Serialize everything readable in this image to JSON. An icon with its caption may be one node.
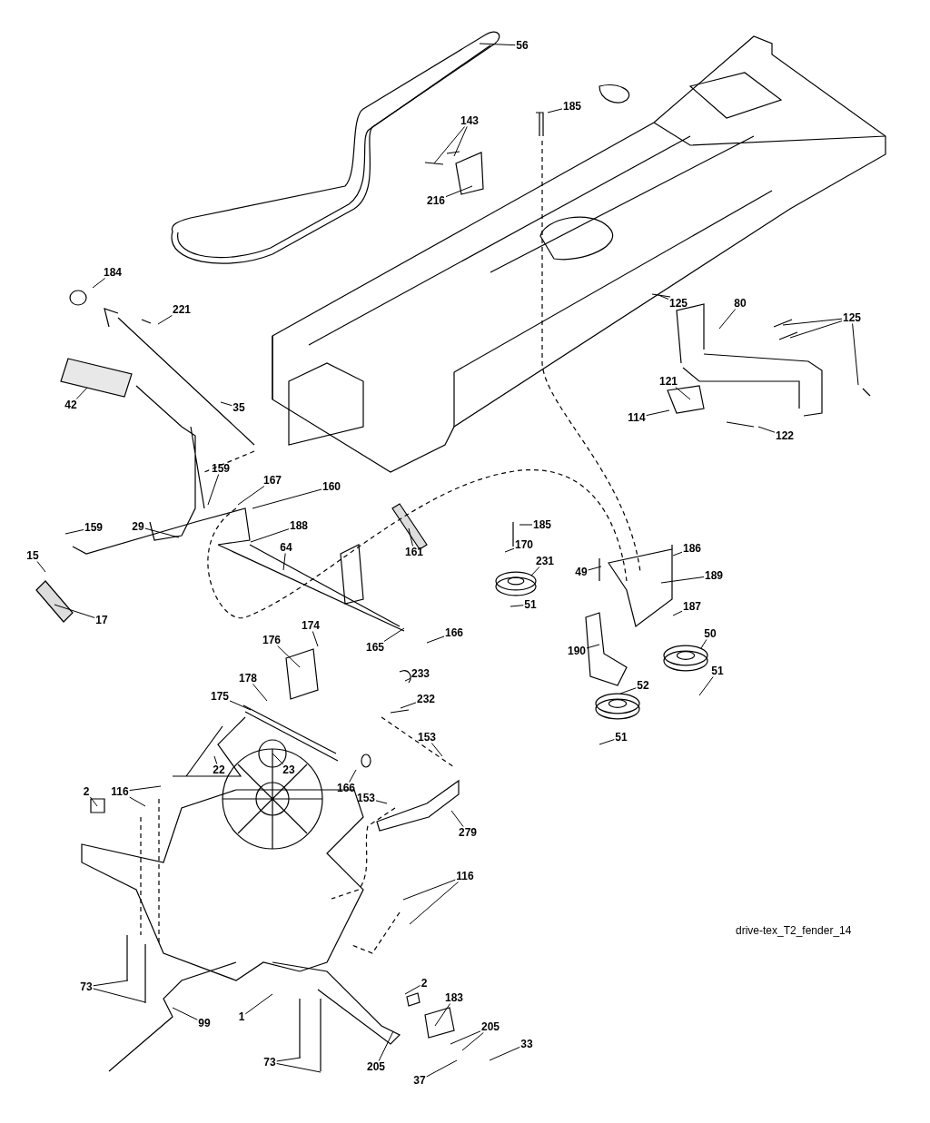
{
  "diagram": {
    "nodes": [
      {
        "text": [
          "56"
        ]
      },
      {
        "text": [
          "143"
        ]
      },
      {
        "text": [
          "185"
        ]
      },
      {
        "text": [
          "216"
        ]
      },
      {
        "text": [
          "184"
        ]
      },
      {
        "text": [
          "221"
        ]
      },
      {
        "text": [
          "125"
        ]
      },
      {
        "text": [
          "80"
        ]
      },
      {
        "text": [
          "125"
        ]
      },
      {
        "text": [
          "42"
        ]
      },
      {
        "text": [
          "35"
        ]
      },
      {
        "text": [
          "121"
        ]
      },
      {
        "text": [
          "114"
        ]
      },
      {
        "text": [
          "122"
        ]
      },
      {
        "text": [
          "159"
        ]
      },
      {
        "text": [
          "167"
        ]
      },
      {
        "text": [
          "160"
        ]
      },
      {
        "text": [
          "159"
        ]
      },
      {
        "text": [
          "29"
        ]
      },
      {
        "text": [
          "188"
        ]
      },
      {
        "text": [
          "64"
        ]
      },
      {
        "text": [
          "185"
        ]
      },
      {
        "text": [
          "170"
        ]
      },
      {
        "text": [
          "186"
        ]
      },
      {
        "text": [
          "49"
        ]
      },
      {
        "text": [
          "189"
        ]
      },
      {
        "text": [
          "231"
        ]
      },
      {
        "text": [
          "15"
        ]
      },
      {
        "text": [
          "17"
        ]
      },
      {
        "text": [
          "161"
        ]
      },
      {
        "text": [
          "51"
        ]
      },
      {
        "text": [
          "187"
        ]
      },
      {
        "text": [
          "50"
        ]
      },
      {
        "text": [
          "174"
        ]
      },
      {
        "text": [
          "176"
        ]
      },
      {
        "text": [
          "165"
        ]
      },
      {
        "text": [
          "166"
        ]
      },
      {
        "text": [
          "190"
        ]
      },
      {
        "text": [
          "51"
        ]
      },
      {
        "text": [
          "178"
        ]
      },
      {
        "text": [
          "233"
        ]
      },
      {
        "text": [
          "232"
        ]
      },
      {
        "text": [
          "175"
        ]
      },
      {
        "text": [
          "52"
        ]
      },
      {
        "text": [
          "51"
        ]
      },
      {
        "text": [
          "153"
        ]
      },
      {
        "text": [
          "23"
        ]
      },
      {
        "text": [
          "22"
        ]
      },
      {
        "text": [
          "166"
        ]
      },
      {
        "text": [
          "2"
        ]
      },
      {
        "text": [
          "116"
        ]
      },
      {
        "text": [
          "153"
        ]
      },
      {
        "text": [
          "279"
        ]
      },
      {
        "text": [
          "116"
        ]
      },
      {
        "text": [
          "73"
        ]
      },
      {
        "text": [
          "2"
        ]
      },
      {
        "text": [
          "1"
        ]
      },
      {
        "text": [
          "183"
        ]
      },
      {
        "text": [
          "205"
        ]
      },
      {
        "text": [
          "99"
        ]
      },
      {
        "text": [
          "205"
        ]
      },
      {
        "text": [
          "33"
        ]
      },
      {
        "text": [
          "37"
        ]
      },
      {
        "text": [
          "73"
        ]
      }
    ],
    "edges": [
      {
        "from": 0,
        "to": null,
        "arrow": "none"
      },
      {
        "from": 1,
        "to": null,
        "arrow": "none"
      },
      {
        "from": 1,
        "to": null,
        "arrow": "none"
      },
      {
        "from": 2,
        "to": null,
        "arrow": "none"
      },
      {
        "from": 3,
        "to": null,
        "arrow": "none"
      },
      {
        "from": 4,
        "to": null,
        "arrow": "none"
      },
      {
        "from": 5,
        "to": null,
        "arrow": "none"
      },
      {
        "from": 6,
        "to": null,
        "arrow": "none"
      },
      {
        "from": 7,
        "to": null,
        "arrow": "none"
      },
      {
        "from": 8,
        "to": null,
        "arrow": "none"
      },
      {
        "from": 8,
        "to": null,
        "arrow": "none"
      },
      {
        "from": 8,
        "to": null,
        "arrow": "none"
      },
      {
        "from": 9,
        "to": null,
        "arrow": "none"
      },
      {
        "from": 10,
        "to": null,
        "arrow": "none"
      },
      {
        "from": 11,
        "to": null,
        "arrow": "none"
      },
      {
        "from": 12,
        "to": null,
        "arrow": "none"
      },
      {
        "from": 13,
        "to": null,
        "arrow": "none"
      },
      {
        "from": 14,
        "to": null,
        "arrow": "none"
      },
      {
        "from": 15,
        "to": null,
        "arrow": "none"
      },
      {
        "from": 16,
        "to": null,
        "arrow": "none"
      },
      {
        "from": 17,
        "to": null,
        "arrow": "none"
      },
      {
        "from": 18,
        "to": null,
        "arrow": "none"
      },
      {
        "from": 19,
        "to": null,
        "arrow": "none"
      },
      {
        "from": 20,
        "to": null,
        "arrow": "none"
      },
      {
        "from": 21,
        "to": null,
        "arrow": "none"
      },
      {
        "from": 22,
        "to": null,
        "arrow": "none"
      },
      {
        "from": 23,
        "to": null,
        "arrow": "none"
      },
      {
        "from": 24,
        "to": null,
        "arrow": "none"
      },
      {
        "from": 25,
        "to": null,
        "arrow": "none"
      },
      {
        "from": 26,
        "to": null,
        "arrow": "none"
      },
      {
        "from": 27,
        "to": null,
        "arrow": "none"
      },
      {
        "from": 28,
        "to": null,
        "arrow": "none"
      },
      {
        "from": 29,
        "to": null,
        "arrow": "none"
      },
      {
        "from": 30,
        "to": null,
        "arrow": "none"
      },
      {
        "from": 31,
        "to": null,
        "arrow": "none"
      },
      {
        "from": 32,
        "to": null,
        "arrow": "none"
      },
      {
        "from": 33,
        "to": null,
        "arrow": "none"
      },
      {
        "from": 34,
        "to": null,
        "arrow": "none"
      },
      {
        "from": 35,
        "to": null,
        "arrow": "none"
      },
      {
        "from": 36,
        "to": null,
        "arrow": "none"
      },
      {
        "from": 37,
        "to": null,
        "arrow": "none"
      },
      {
        "from": 38,
        "to": null,
        "arrow": "none"
      },
      {
        "from": 39,
        "to": null,
        "arrow": "none"
      },
      {
        "from": 40,
        "to": null,
        "arrow": "none"
      },
      {
        "from": 41,
        "to": null,
        "arrow": "none"
      },
      {
        "from": 42,
        "to": null,
        "arrow": "none"
      },
      {
        "from": 43,
        "to": null,
        "arrow": "none"
      },
      {
        "from": 44,
        "to": null,
        "arrow": "none"
      },
      {
        "from": 45,
        "to": null,
        "arrow": "none"
      },
      {
        "from": 46,
        "to": null,
        "arrow": "none"
      },
      {
        "from": 47,
        "to": null,
        "arrow": "none"
      },
      {
        "from": 48,
        "to": null,
        "arrow": "none"
      },
      {
        "from": 49,
        "to": null,
        "arrow": "none"
      },
      {
        "from": 50,
        "to": null,
        "arrow": "none"
      },
      {
        "from": 50,
        "to": null,
        "arrow": "none"
      },
      {
        "from": 51,
        "to": null,
        "arrow": "none"
      },
      {
        "from": 52,
        "to": null,
        "arrow": "none"
      },
      {
        "from": 53,
        "to": null,
        "arrow": "none"
      },
      {
        "from": 53,
        "to": null,
        "arrow": "none"
      },
      {
        "from": 54,
        "to": null,
        "arrow": "none"
      },
      {
        "from": 54,
        "to": null,
        "arrow": "none"
      },
      {
        "from": 55,
        "to": null,
        "arrow": "none"
      },
      {
        "from": 56,
        "to": null,
        "arrow": "none"
      },
      {
        "from": 57,
        "to": null,
        "arrow": "none"
      },
      {
        "from": 58,
        "to": null,
        "arrow": "none"
      },
      {
        "from": 58,
        "to": null,
        "arrow": "none"
      },
      {
        "from": 59,
        "to": null,
        "arrow": "none"
      },
      {
        "from": 60,
        "to": null,
        "arrow": "none"
      },
      {
        "from": 61,
        "to": null,
        "arrow": "none"
      },
      {
        "from": 62,
        "to": null,
        "arrow": "none"
      },
      {
        "from": 63,
        "to": null,
        "arrow": "none"
      },
      {
        "from": 63,
        "to": null,
        "arrow": "none"
      }
    ],
    "labels": [
      "drive-tex_T2_fender_14"
    ]
  }
}
